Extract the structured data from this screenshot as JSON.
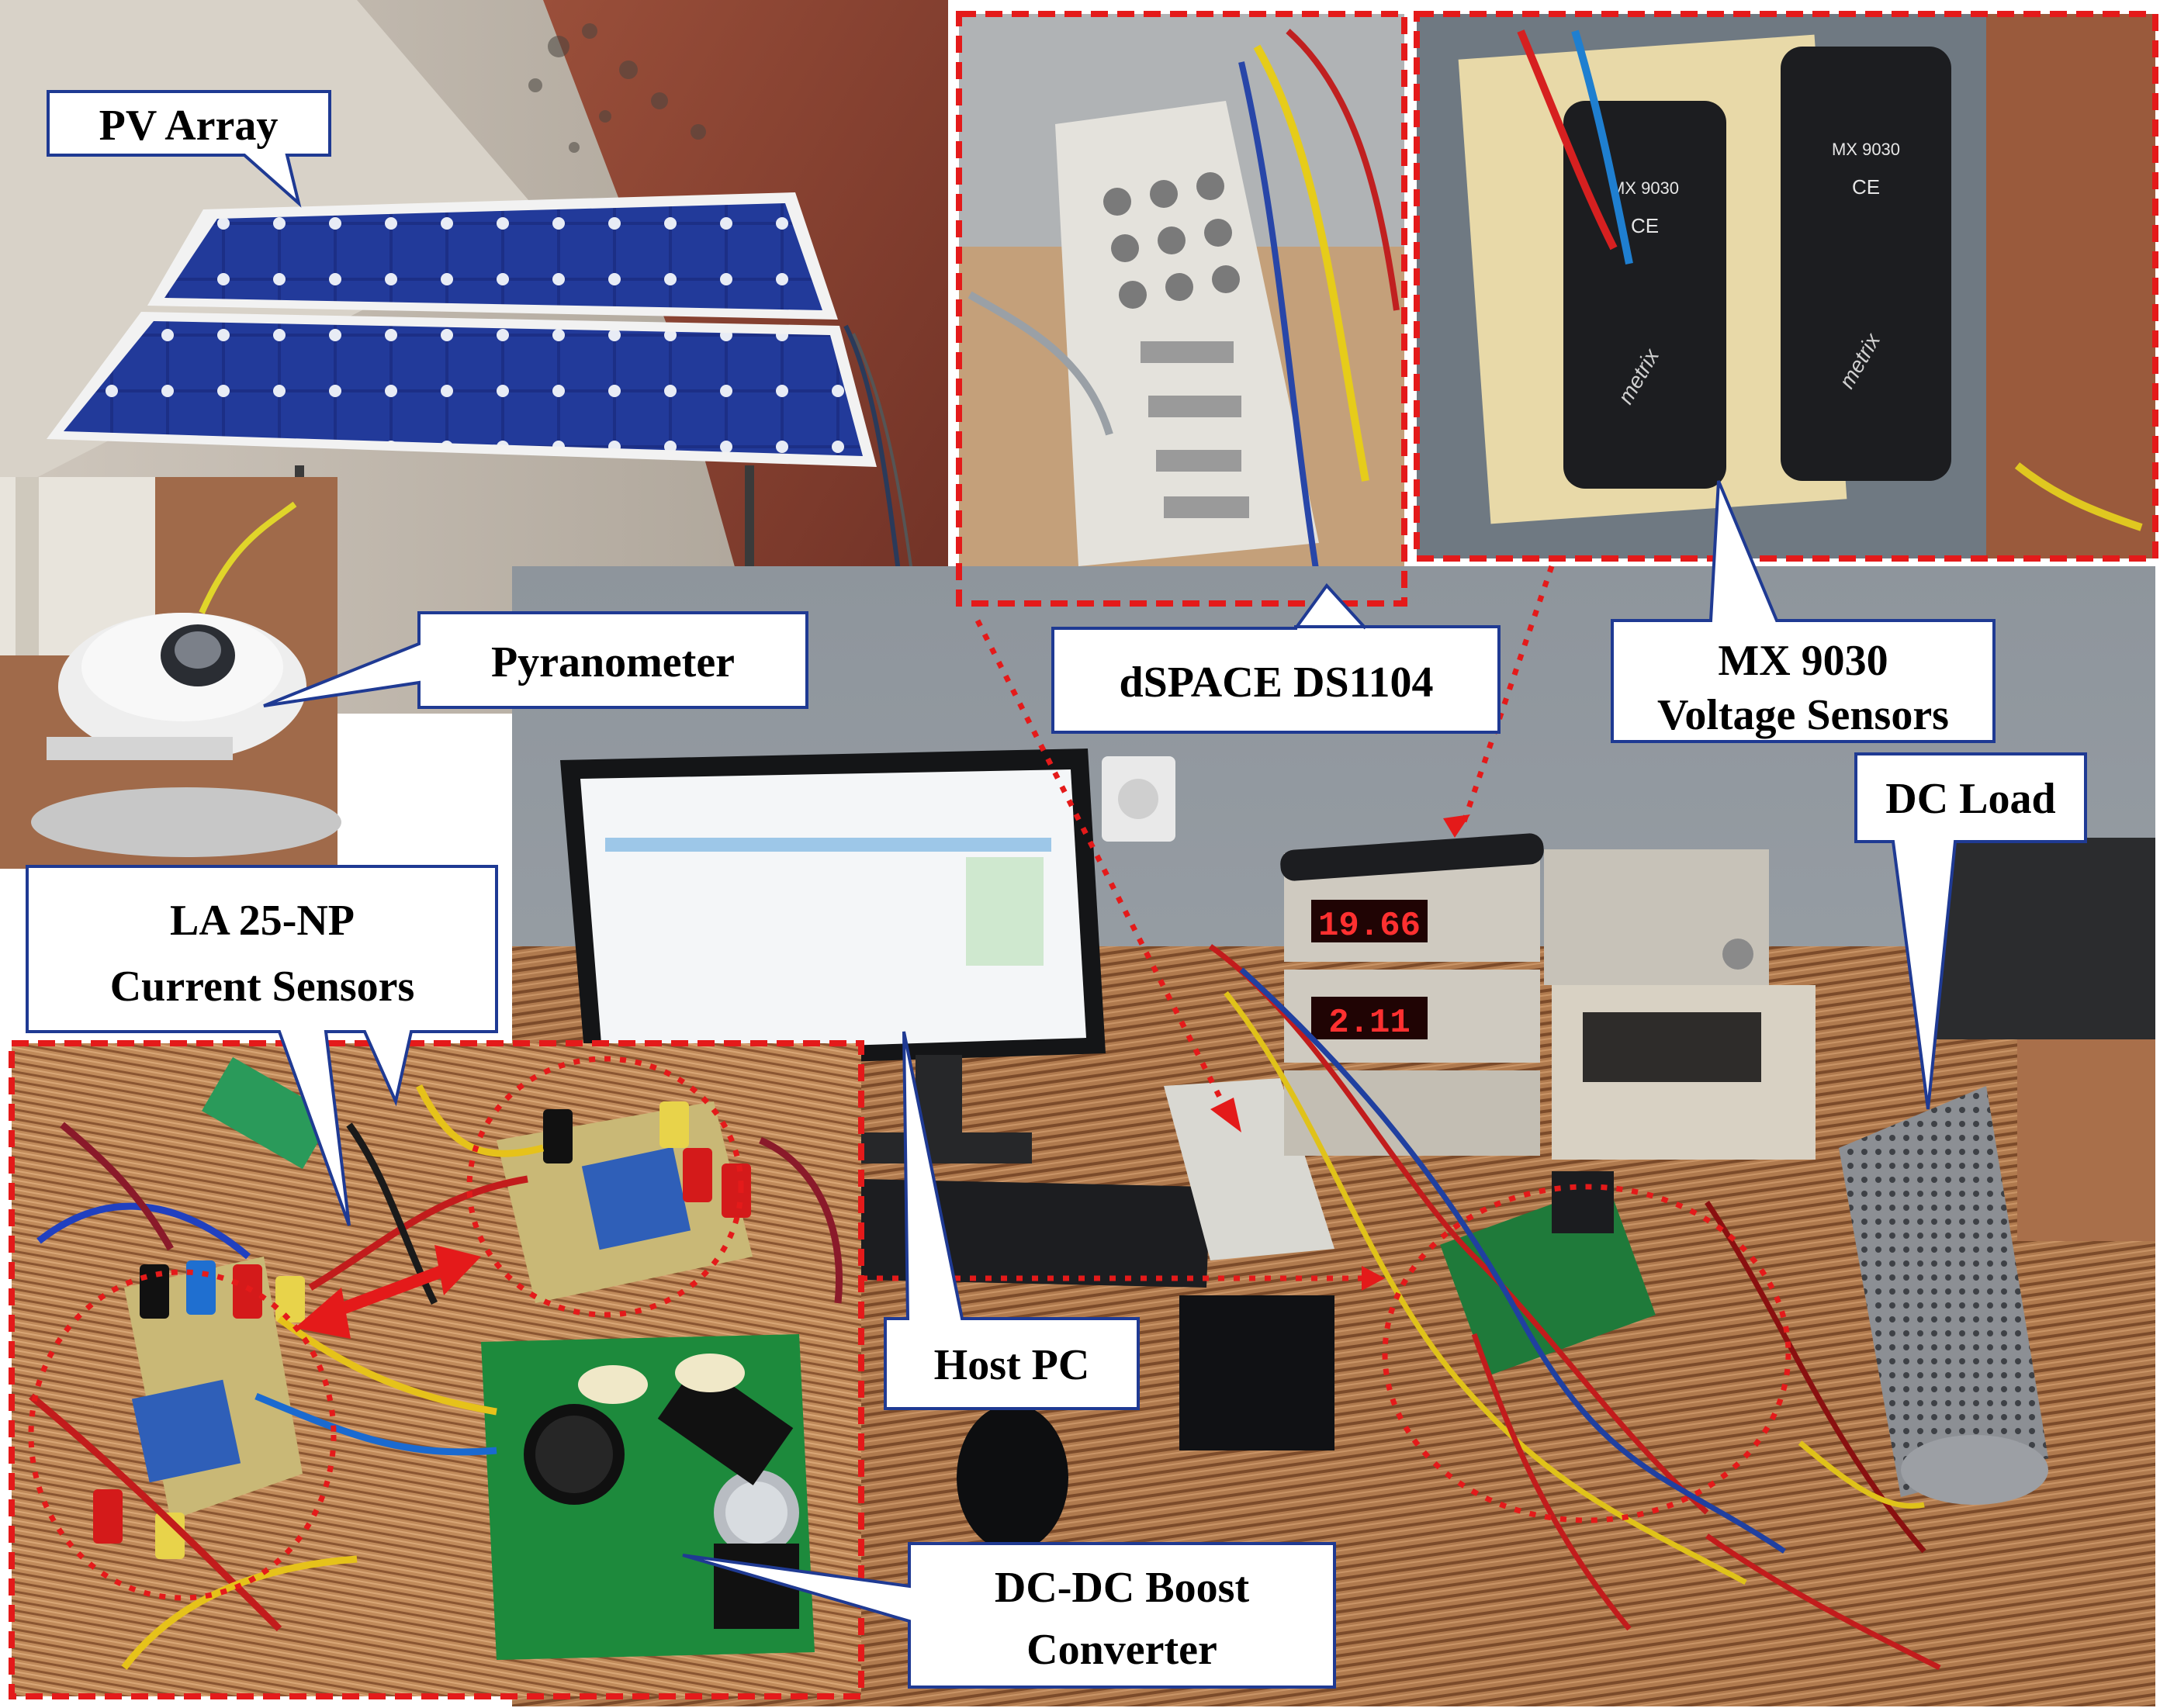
{
  "figure": {
    "labels": {
      "pv_array": "PV Array",
      "pyranometer": "Pyranometer",
      "dspace": "dSPACE DS1104",
      "mx9030_line1": "MX 9030",
      "mx9030_line2": "Voltage Sensors",
      "dc_load": "DC Load",
      "la25_line1": "LA 25-NP",
      "la25_line2": "Current Sensors",
      "host_pc": "Host PC",
      "boost_line1": "DC-DC  Boost",
      "boost_line2": "Converter"
    },
    "instrument_readouts": {
      "upper_meter": "19.66",
      "lower_meter": "2.11"
    },
    "probe_markings": {
      "model": "MX 9030",
      "brand": "metrix",
      "ce": "CE"
    },
    "colors": {
      "callout_border": "#1f3a93",
      "highlight_red": "#e41a1a",
      "callout_fill": "#ffffff"
    }
  }
}
